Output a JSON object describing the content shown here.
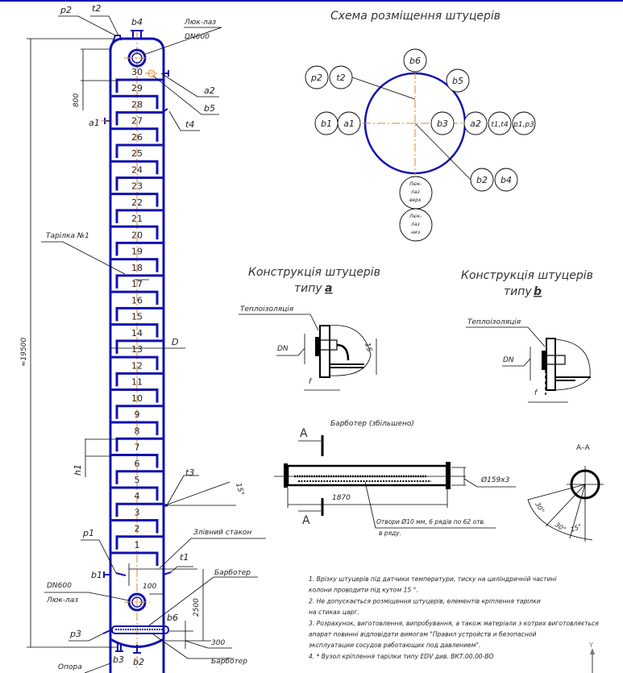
{
  "colors": {
    "vessel": "#1212b0",
    "centerline": "#e0871c",
    "lines": "#000000"
  },
  "column": {
    "overall_height": "≈19500",
    "top_dim": "800",
    "tray_numbers": [
      "30",
      "29",
      "28",
      "27",
      "26",
      "25",
      "24",
      "23",
      "22",
      "21",
      "20",
      "19",
      "18",
      "17",
      "16",
      "15",
      "14",
      "13",
      "12",
      "11",
      "10",
      "9",
      "8",
      "7",
      "6",
      "5",
      "4",
      "3",
      "2",
      "1"
    ],
    "labels": {
      "p2": "p2",
      "t2": "t2",
      "b4": "b4",
      "manhole_top": "Люк-лаз",
      "dn600_top": "DN600",
      "a2": "a2",
      "b5": "b5",
      "a1": "a1",
      "t4": "t4",
      "tray1": "Тарілка №1",
      "d": "D",
      "h1": "h1",
      "t3": "t3",
      "angle15": "15°",
      "p1": "p1",
      "downcomer": "Злівний стакон",
      "t1": "t1",
      "b1": "b1",
      "sparger1": "Барботер",
      "dn600_bottom": "DN600",
      "dim100": "100",
      "manhole_bottom": "Люк-лаз",
      "dim2500": "2500",
      "b6": "b6",
      "p3": "p3",
      "dim300": "300",
      "sparger2": "Барботер",
      "b3": "b3",
      "b2": "b2",
      "support": "Опора"
    }
  },
  "scheme": {
    "title": "Схема розміщення штуцерів",
    "bubbles": {
      "b6": "b6",
      "p2": "p2",
      "t2": "t2",
      "b5": "b5",
      "b1": "b1",
      "a1": "a1",
      "b3": "b3",
      "a2": "a2",
      "t1t4": "t1,t4",
      "p1p3": "p1,p3",
      "b2": "b2",
      "b4": "b4"
    },
    "manhole_top": [
      "Люк-",
      "лаз",
      "верх"
    ],
    "manhole_bottom": [
      "Люк-",
      "лаз",
      "низ"
    ]
  },
  "type_a": {
    "title1": "Конструкція штуцерів",
    "title2": "типу",
    "letter": "a",
    "insulation": "Теплоізоляція",
    "dn": "DN",
    "dim15": "15",
    "f": "f"
  },
  "type_b": {
    "title1": "Конструкція штуцерів",
    "title2": "типу",
    "letter": "b",
    "insulation": "Теплоізоляція",
    "dn": "DN",
    "f": "f"
  },
  "sparger": {
    "title": "Барботер (збільшено)",
    "section_mark": "A",
    "length": "1870",
    "diameter": "Ø159x3",
    "holes_note_1": "Отвори Ø10 мм, 6 рядів по 62 отв.",
    "holes_note_2": "в ряду.",
    "section_title": "A–A",
    "angles": [
      "30°",
      "30°",
      "15°"
    ]
  },
  "notes": [
    "1. Врізку штуцерів під датчики температури, тиску на циліндричній частині",
    "колони проводити під кутом 15 °.",
    "2. Не допускається розміщення штуцерів, елементів кріплення тарілки",
    "на стиках царг.",
    "3. Розрахунок, виготовлення, випробування, а також матеріали з котрих виготовляється",
    "апарат повинні відповідати вимогам \"Правил устройств и безопасной",
    "эксплуатации сосудов работающих под давлением\".",
    "4. * Вузол кріплення тарілки типу EDV див. ВКТ.00.00-ВО"
  ],
  "axis_label": "Y"
}
